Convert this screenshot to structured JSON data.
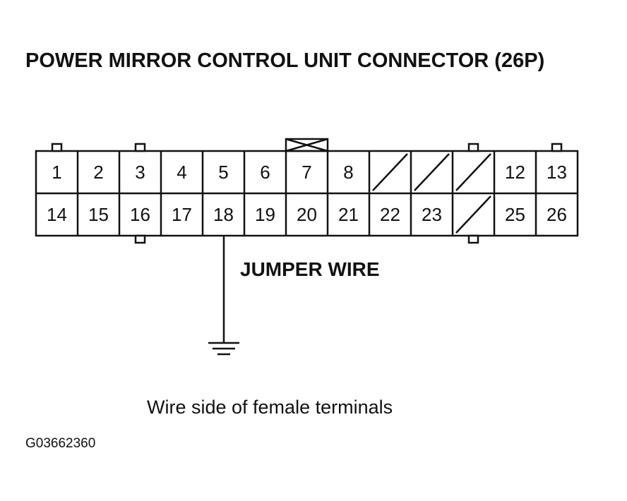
{
  "title": "POWER MIRROR CONTROL UNIT CONNECTOR (26P)",
  "connector": {
    "columns": 13,
    "rows": [
      [
        {
          "label": "1",
          "unused": false
        },
        {
          "label": "2",
          "unused": false
        },
        {
          "label": "3",
          "unused": false
        },
        {
          "label": "4",
          "unused": false
        },
        {
          "label": "5",
          "unused": false
        },
        {
          "label": "6",
          "unused": false
        },
        {
          "label": "7",
          "unused": false
        },
        {
          "label": "8",
          "unused": false
        },
        {
          "label": "",
          "unused": true
        },
        {
          "label": "",
          "unused": true
        },
        {
          "label": "",
          "unused": true
        },
        {
          "label": "12",
          "unused": false
        },
        {
          "label": "13",
          "unused": false
        }
      ],
      [
        {
          "label": "14",
          "unused": false
        },
        {
          "label": "15",
          "unused": false
        },
        {
          "label": "16",
          "unused": false
        },
        {
          "label": "17",
          "unused": false
        },
        {
          "label": "18",
          "unused": false
        },
        {
          "label": "19",
          "unused": false
        },
        {
          "label": "20",
          "unused": false
        },
        {
          "label": "21",
          "unused": false
        },
        {
          "label": "22",
          "unused": false
        },
        {
          "label": "23",
          "unused": false
        },
        {
          "label": "",
          "unused": true
        },
        {
          "label": "25",
          "unused": false
        },
        {
          "label": "26",
          "unused": false
        }
      ]
    ]
  },
  "jumper": {
    "label": "JUMPER WIRE",
    "from_terminal": "18",
    "to": "ground-symbol"
  },
  "caption": "Wire side of female terminals",
  "figure_id": "G03662360"
}
